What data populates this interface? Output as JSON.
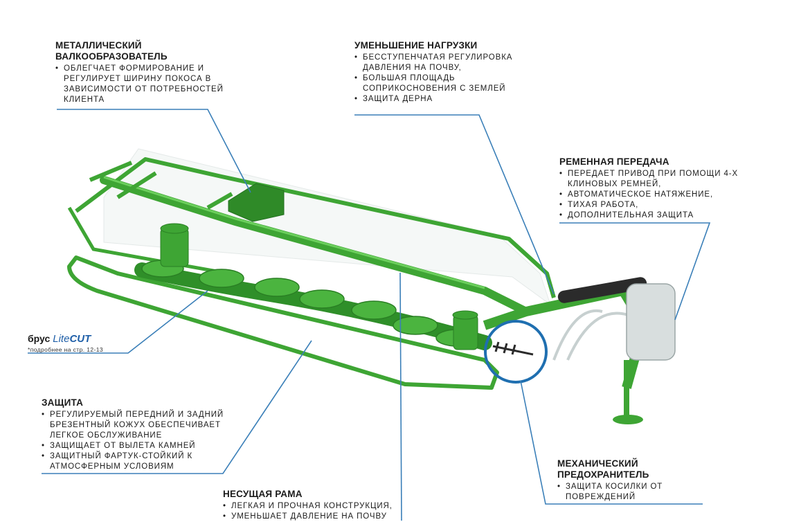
{
  "callouts": {
    "metal": {
      "title_lines": [
        "МЕТАЛЛИЧЕСКИЙ",
        "ВАЛКООБРАЗОВАТЕЛЬ"
      ],
      "bullets": [
        "ОБЛЕГЧАЕТ ФОРМИРОВАНИЕ И РЕГУЛИРУЕТ ШИРИНУ ПОКОСА В ЗАВИСИМОСТИ ОТ ПОТРЕБНОСТЕЙ КЛИЕНТА"
      ]
    },
    "load": {
      "title_lines": [
        "УМЕНЬШЕНИЕ НАГРУЗКИ"
      ],
      "bullets": [
        "БЕССТУПЕНЧАТАЯ РЕГУЛИРОВКА ДАВЛЕНИЯ НА ПОЧВУ,",
        "БОЛЬШАЯ ПЛОЩАДЬ СОПРИКОСНОВЕНИЯ С ЗЕМЛЕЙ",
        "ЗАЩИТА ДЕРНА"
      ]
    },
    "belt": {
      "title_lines": [
        "РЕМЕННАЯ ПЕРЕДАЧА"
      ],
      "bullets": [
        "ПЕРЕДАЕТ ПРИВОД ПРИ ПОМОЩИ 4-Х КЛИНОВЫХ РЕМНЕЙ,",
        "АВТОМАТИЧЕСКОЕ НАТЯЖЕНИЕ,",
        "ТИХАЯ РАБОТА,",
        "ДОПОЛНИТЕЛЬНАЯ ЗАЩИТА"
      ]
    },
    "protect": {
      "title_lines": [
        "ЗАЩИТА"
      ],
      "bullets": [
        "РЕГУЛИРУЕМЫЙ ПЕРЕДНИЙ И ЗАДНИЙ БРЕЗЕНТНЫЙ КОЖУХ ОБЕСПЕЧИВАЕТ ЛЕГКОЕ ОБСЛУЖИВАНИЕ",
        "ЗАЩИЩАЕТ ОТ ВЫЛЕТА КАМНЕЙ",
        "ЗАЩИТНЫЙ ФАРТУК-СТОЙКИЙ К АТМОСФЕРНЫМ УСЛОВИЯМ"
      ]
    },
    "frame": {
      "title_lines": [
        "НЕСУЩАЯ РАМА"
      ],
      "bullets": [
        "ЛЕГКАЯ И ПРОЧНАЯ КОНСТРУКЦИЯ,",
        "УМЕНЬШАЕТ ДАВЛЕНИЕ НА ПОЧВУ"
      ]
    },
    "fuse": {
      "title_lines": [
        "МЕХАНИЧЕСКИЙ",
        "ПРЕДОХРАНИТЕЛЬ"
      ],
      "bullets": [
        "ЗАЩИТА КОСИЛКИ ОТ ПОВРЕЖДЕНИЙ"
      ]
    }
  },
  "brus": {
    "word": "брус",
    "lite": "Lite",
    "cut": "CUT",
    "note": "*подробнее на стр. 12-13"
  },
  "colors": {
    "machine_green": "#3ea534",
    "machine_green_dark": "#2a7f24",
    "leader_line": "#3a7fb8",
    "highlight_ring": "#1f6fb0",
    "text": "#1b1b1b"
  }
}
